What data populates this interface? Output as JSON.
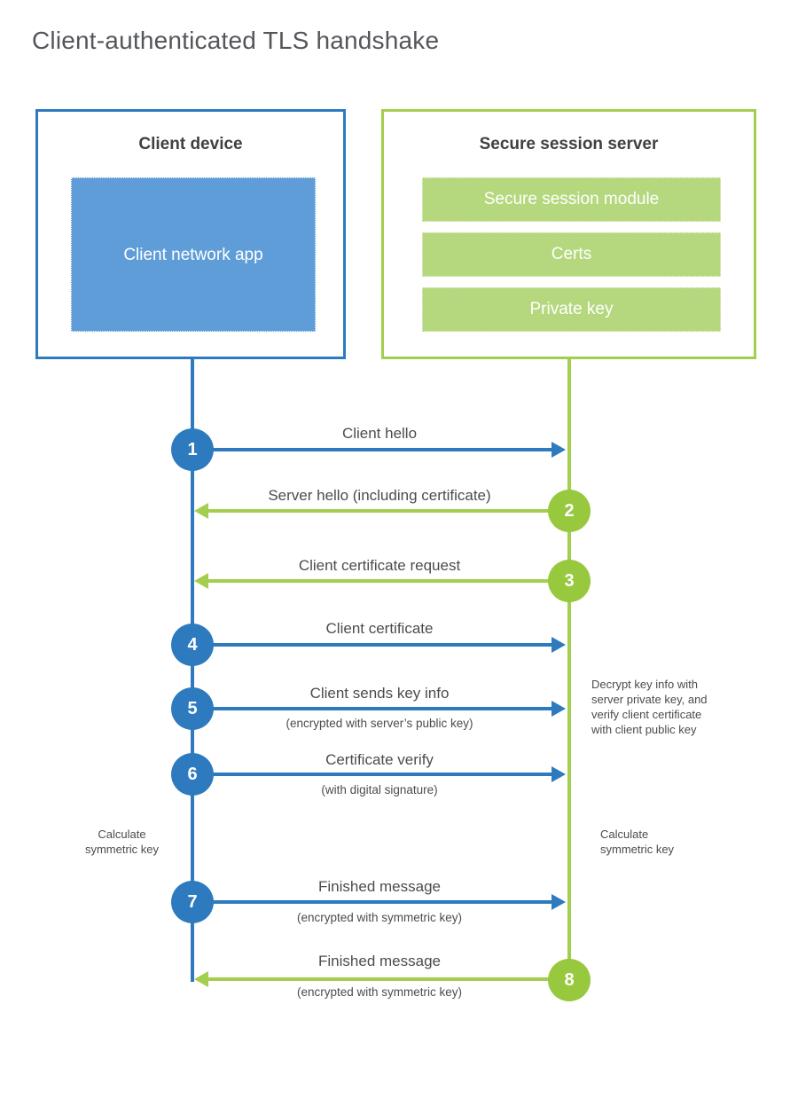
{
  "title": "Client-authenticated TLS handshake",
  "client_box": {
    "title": "Client device",
    "app_label": "Client network app"
  },
  "server_box": {
    "title": "Secure session server",
    "modules": [
      "Secure session module",
      "Certs",
      "Private key"
    ]
  },
  "steps": [
    {
      "num": "1",
      "label": "Client hello",
      "sub": "",
      "from": "client",
      "to": "server"
    },
    {
      "num": "2",
      "label": "Server hello (including certificate)",
      "sub": "",
      "from": "server",
      "to": "client"
    },
    {
      "num": "3",
      "label": "Client certificate request",
      "sub": "",
      "from": "server",
      "to": "client"
    },
    {
      "num": "4",
      "label": "Client certificate",
      "sub": "",
      "from": "client",
      "to": "server"
    },
    {
      "num": "5",
      "label": "Client sends key info",
      "sub": "(encrypted with server’s public key)",
      "from": "client",
      "to": "server"
    },
    {
      "num": "6",
      "label": "Certificate verify",
      "sub": "(with digital signature)",
      "from": "client",
      "to": "server"
    },
    {
      "num": "7",
      "label": "Finished message",
      "sub": "(encrypted with symmetric key)",
      "from": "client",
      "to": "server"
    },
    {
      "num": "8",
      "label": "Finished message",
      "sub": "(encrypted with symmetric key)",
      "from": "server",
      "to": "client"
    }
  ],
  "annotations": {
    "decrypt_note": "Decrypt key info with\nserver private key, and\nverify client certificate\nwith client public key",
    "calculate_left": "Calculate\nsymmetric key",
    "calculate_right": "Calculate\nsymmetric key"
  },
  "colors": {
    "client_blue": "#2e7abf",
    "client_fill_blue": "#5f9dd8",
    "server_green": "#a3ce4e",
    "server_circle_green": "#97c83e",
    "server_fill_green": "#b5d87e",
    "heading_text": "#3f4043",
    "label_text": "#4b4c4e",
    "title_text": "#54565a"
  }
}
